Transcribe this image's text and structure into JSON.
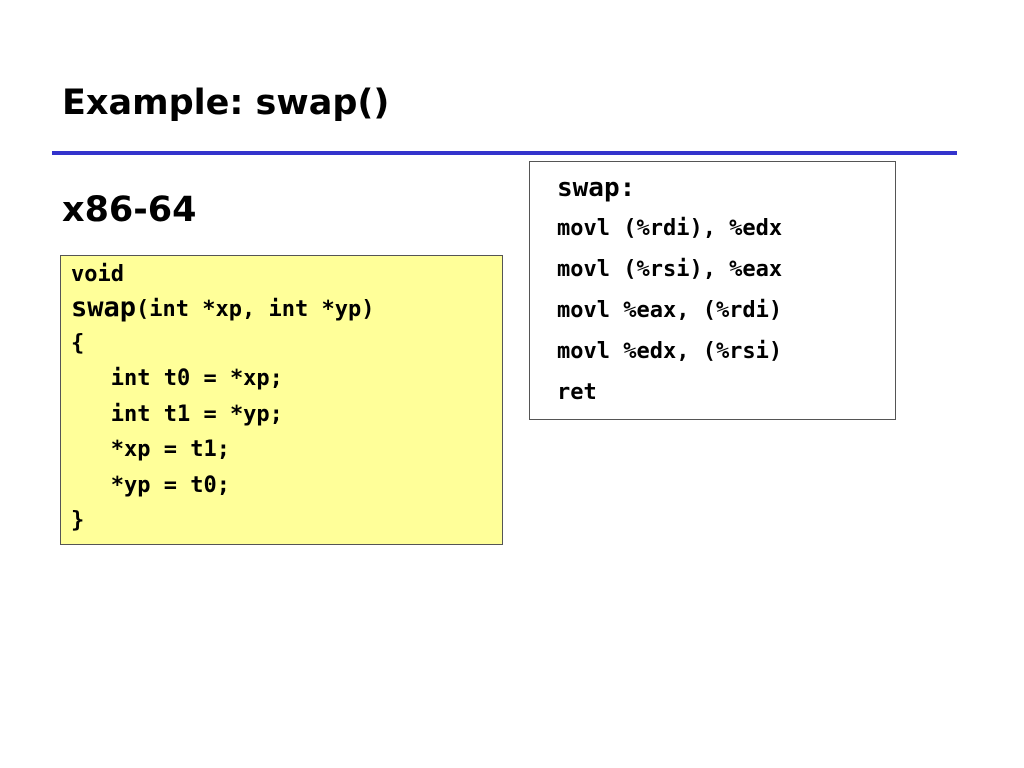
{
  "slide": {
    "title": "Example: swap()",
    "subtitle": "x86-64"
  },
  "c_code": {
    "return_type": "void",
    "function_name": "swap",
    "params": "(int *xp, int *yp)",
    "body_lines": [
      "{",
      "   int t0 = *xp;",
      "   int t1 = *yp;",
      "   *xp = t1;",
      "   *yp = t0;",
      "}"
    ]
  },
  "assembly": {
    "label": "swap:",
    "lines": [
      "movl (%rdi), %edx",
      "movl (%rsi), %eax",
      "movl %eax, (%rdi)",
      "movl %edx, (%rsi)",
      "ret"
    ]
  },
  "colors": {
    "rule": "#3333cc",
    "code_box_background": "#ffff99",
    "box_border": "#555555"
  }
}
